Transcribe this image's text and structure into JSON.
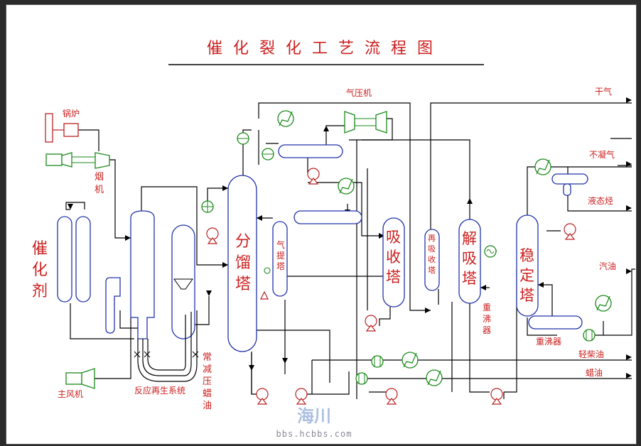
{
  "title": "催 化 裂 化 工 艺 流 程 图",
  "watermark": {
    "logo": "海川",
    "url": "bbs.hcbbs.com"
  },
  "labels": {
    "boiler": "锅炉",
    "flue_gas_machine": "烟\n机",
    "catalyst": "催\n化\n剂",
    "main_blower": "主风机",
    "reactor_system": "反应再生系统",
    "vacuum_wax": "常\n减\n压\n蜡\n油",
    "fractionator": "分\n馏\n塔",
    "stripper": "气\n提\n塔",
    "compressor": "气压机",
    "absorber": "吸\n收\n塔",
    "reabsorber": "再\n吸\n收\n塔",
    "desorber": "解\n吸\n塔",
    "reboiler1": "重\n沸\n器",
    "stabilizer": "稳\n定\n塔",
    "reboiler2": "重沸器",
    "dry_gas": "干气",
    "noncond_gas": "不凝气",
    "lpg": "液态烃",
    "gasoline": "汽油",
    "light_diesel": "轻柴油",
    "wax_oil": "蜡油"
  },
  "colors": {
    "label": "#cc1f1f",
    "vessel": "#2233aa",
    "equipment": "#1a8a1a",
    "line": "#000000"
  }
}
